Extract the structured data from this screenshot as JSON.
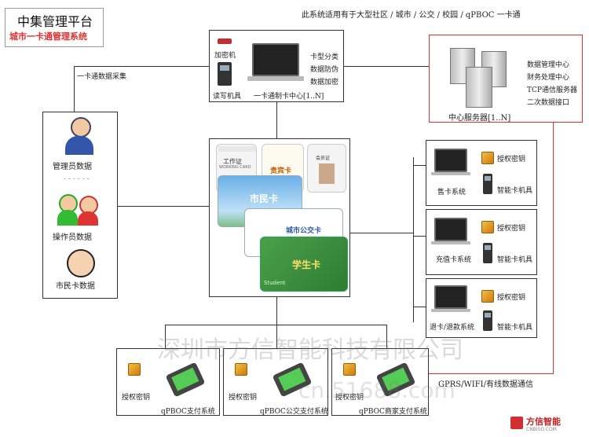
{
  "header": {
    "title": "中集管理平台",
    "subtitle": "城市一卡通管理系统",
    "top_note": "此系统适用有于大型社区 / 城市 / 公交 / 校园 / qPBOC 一卡通"
  },
  "top_center": {
    "encryptor_label": "加密机",
    "reader_label": "读写机具",
    "center_label": "一卡通制卡中心[1..N]",
    "features": [
      "卡型分类",
      "数据防伪",
      "数据加密"
    ]
  },
  "left_link_label": "一卡通数据采集",
  "left_panel": {
    "items": [
      "管理员数据",
      "操作员数据",
      "市民卡数据"
    ],
    "separator": "- - - - - -"
  },
  "server_panel": {
    "functions": [
      "数据管理中心",
      "财务处理中心",
      "TCP通信服务器",
      "二次数据接口"
    ],
    "label": "中心服务器[1..N]"
  },
  "cards": {
    "work_card_title": "工作证",
    "work_card_sub": "WORKING CARD",
    "guest_card": "贵宾卡",
    "member_card": "会员证",
    "citizen_card": "市民卡",
    "bus_card": "城市公交卡",
    "student_card": "学生卡",
    "student_en": "Student"
  },
  "right_systems": [
    {
      "name": "售卡系统",
      "key_label": "授权密钥",
      "reader_label": "智能卡机具"
    },
    {
      "name": "充值卡系统",
      "key_label": "授权密钥",
      "reader_label": "智能卡机具"
    },
    {
      "name": "退卡/退款系统",
      "key_label": "授权密钥",
      "reader_label": "智能卡机具"
    }
  ],
  "bottom_systems": [
    {
      "name": "qPBOC支付系统",
      "key_label": "授权密钥"
    },
    {
      "name": "qPBOC公交支付系统",
      "key_label": "授权密钥"
    },
    {
      "name": "qPBOC商家支付系统",
      "key_label": "授权密钥"
    }
  ],
  "comm_label": "GPRS/WIFI/有线数据通信",
  "watermark_company": "深圳市方信智能科技有限公司",
  "watermark_site": "cn.51688.com",
  "footer_brand": "方信智能",
  "footer_brand_sub": "CNBISO.COM",
  "colors": {
    "accent_red": "#e03030",
    "line": "#333333"
  }
}
